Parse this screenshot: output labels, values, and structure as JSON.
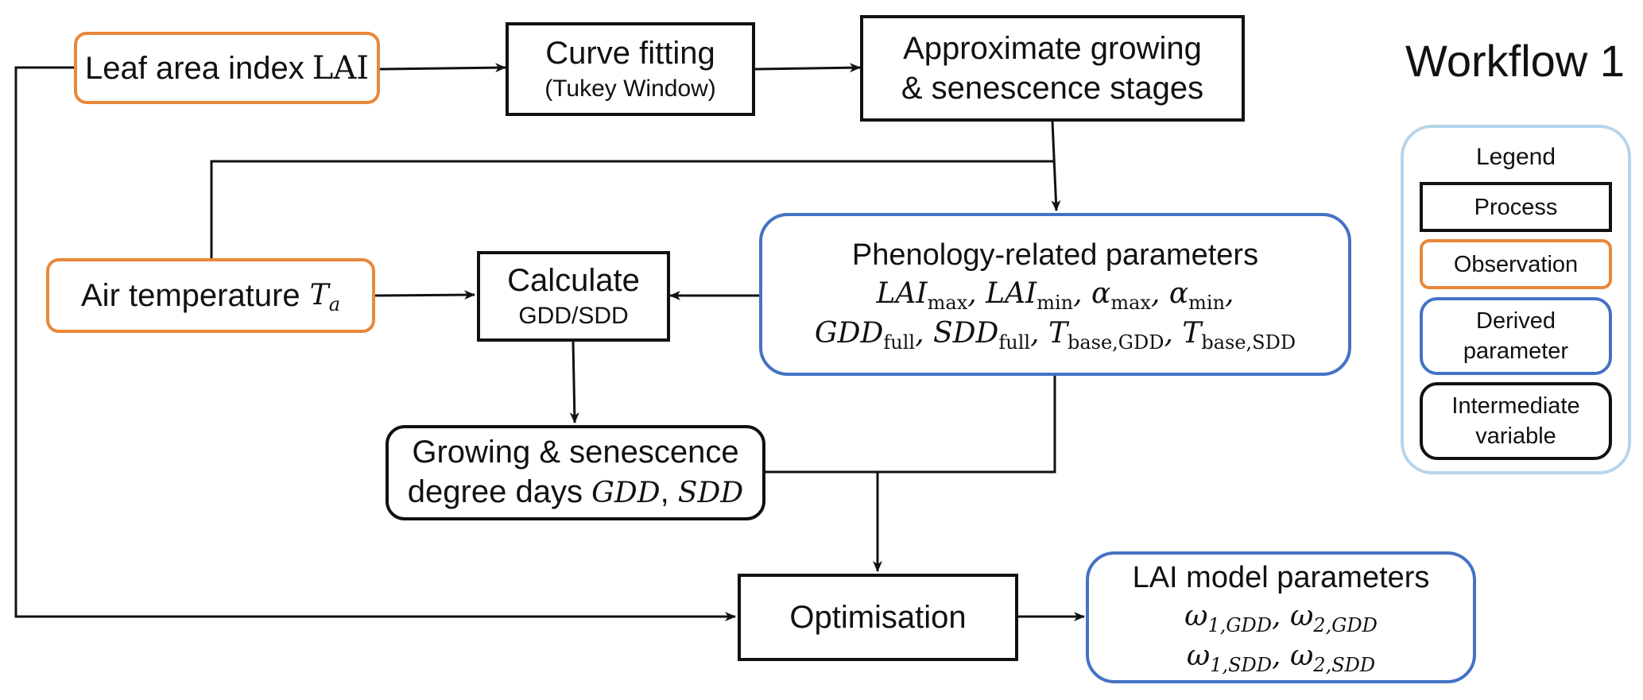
{
  "workflow_title": "Workflow 1",
  "legend": {
    "title": "Legend",
    "process": "Process",
    "observation": "Observation",
    "derived_line1": "Derived",
    "derived_line2": "parameter",
    "intermediate_line1": "Intermediate",
    "intermediate_line2": "variable"
  },
  "colors": {
    "process_border": "#111111",
    "observation_border": "#e8883a",
    "derived_border": "#4472c4",
    "legend_border": "#b7d5ea"
  },
  "nodes": {
    "lai_observation": {
      "text": "Leaf area index",
      "math": "LAI"
    },
    "curve_fitting": {
      "line1": "Curve fitting",
      "line2": "(Tukey Window)"
    },
    "approximate_stages": {
      "line1": "Approximate growing",
      "line2": "& senescence stages"
    },
    "air_temperature": {
      "text": "Air temperature",
      "math_base": "T",
      "math_sub": "a"
    },
    "calculate": {
      "line1": "Calculate",
      "line2": "GDD/SDD"
    },
    "phenology": {
      "title": "Phenology-related parameters",
      "lai": "LAI",
      "max": "max",
      "min": "min",
      "alpha": "α",
      "gdd": "GDD",
      "sdd": "SDD",
      "full": "full",
      "t": "T",
      "base_gdd": "base,GDD",
      "base_sdd": "base,SDD"
    },
    "degree_days": {
      "line1": "Growing & senescence",
      "line2_text": "degree days",
      "gdd": "GDD",
      "sdd": "SDD"
    },
    "optimisation": {
      "label": "Optimisation"
    },
    "lai_model": {
      "title": "LAI model parameters",
      "omega": "ω",
      "sub_1gdd": "1,GDD",
      "sub_2gdd": "2,GDD",
      "sub_1sdd": "1,SDD",
      "sub_2sdd": "2,SDD"
    }
  }
}
